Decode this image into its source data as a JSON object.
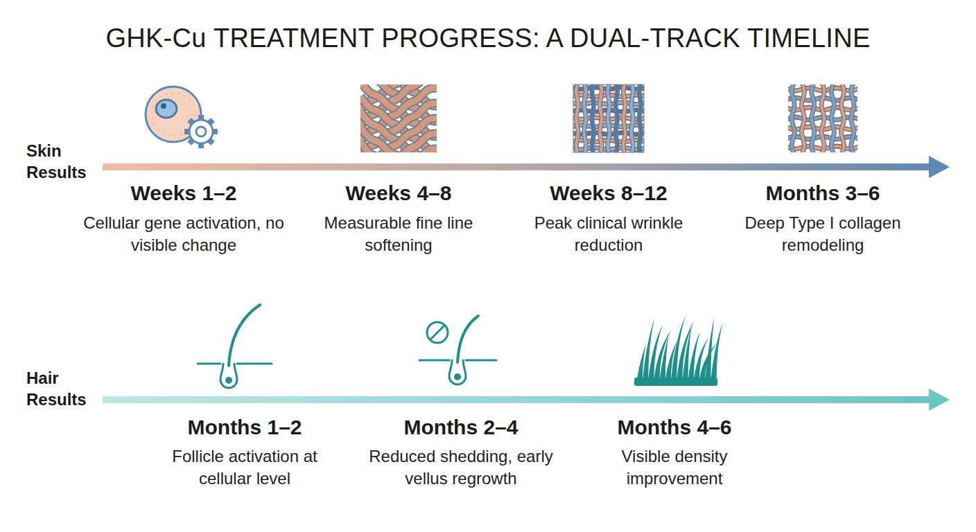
{
  "diagram": {
    "title": "GHK-Cu TREATMENT PROGRESS: A DUAL-TRACK TIMELINE",
    "labels": [
      "Skin Results",
      "Weeks 1–2",
      "Cellular gene activation, no visible change",
      "Weeks 4–8",
      "Measurable fine line softening",
      "Weeks 8–12",
      "Peak clinical wrinkle reduction",
      "Months 3–6",
      "Deep Type I collagen remodeling",
      "Hair Results",
      "Months 1–2",
      "Follicle activation at cellular level",
      "Months 2–4",
      "Reduced shedding, early vellus regrowth",
      "Months 4–6",
      "Visible density improvement"
    ]
  }
}
